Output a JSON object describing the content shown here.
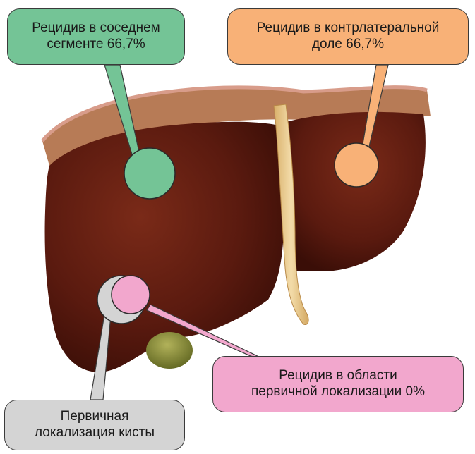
{
  "callouts": {
    "adjacent_segment": {
      "line1": "Рецидив в соседнем",
      "line2": "сегменте 66,7%",
      "color": "#74c496"
    },
    "contralateral_lobe": {
      "line1": "Рецидив в контрлатеральной",
      "line2": "доле 66,7%",
      "color": "#f8b177"
    },
    "primary_site": {
      "line1": "Рецидив в области",
      "line2": "первичной локализации 0%",
      "color": "#f2a7cd"
    },
    "primary_cyst": {
      "line1": "Первичная",
      "line2": "локализация кисты",
      "color": "#d4d4d4"
    }
  },
  "illustration": {
    "subject": "liver-anterior-view-icon",
    "colors": {
      "liver": "#5e1c10",
      "ligament": "#e8c98a",
      "gallbladder": "#8a8a2c"
    }
  }
}
